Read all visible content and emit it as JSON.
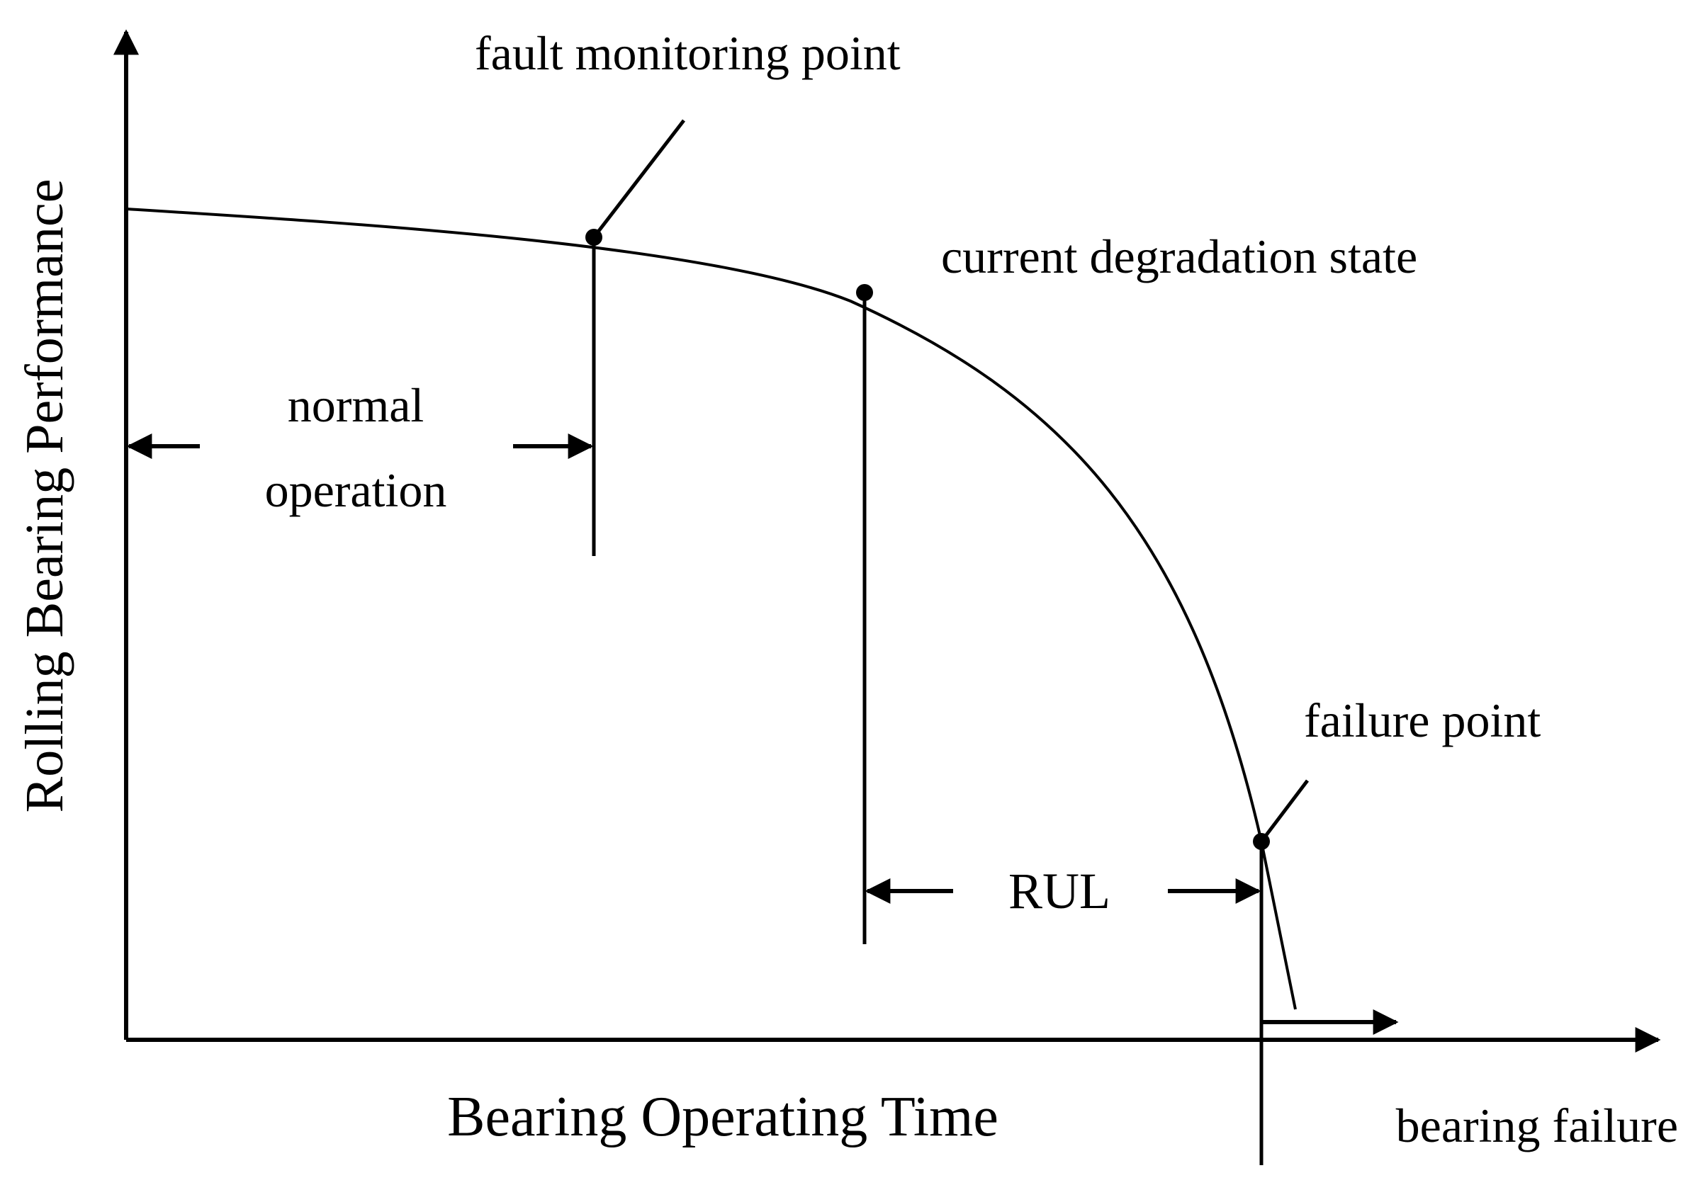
{
  "axes": {
    "y_label": "Rolling Bearing Performance",
    "x_label": "Bearing Operating Time"
  },
  "annotations": {
    "fault_monitoring_point": "fault monitoring point",
    "current_degradation_state": "current degradation state",
    "failure_point": "failure point",
    "normal_operation_line1": "normal",
    "normal_operation_line2": "operation",
    "rul": "RUL",
    "bearing_failure": "bearing failure"
  },
  "colors": {
    "ink": "#000000",
    "background": "#ffffff"
  }
}
